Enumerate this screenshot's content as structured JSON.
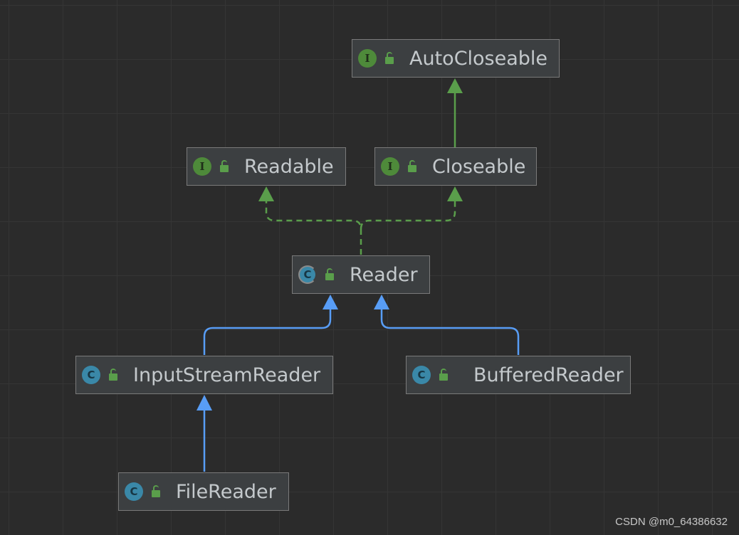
{
  "diagram": {
    "colors": {
      "background": "#2b2b2b",
      "grid": "#353535",
      "node_fill": "#3c3f41",
      "node_border": "#7a7a7a",
      "label": "#c4c9cc",
      "interface_badge": "#4e8a3a",
      "class_badge": "#3a88a8",
      "interface_edge": "#5a9e4b",
      "class_edge": "#589df6"
    },
    "nodes": [
      {
        "id": "autocloseable",
        "label": "AutoCloseable",
        "kind": "interface",
        "badge": "I",
        "icon": "interface-icon"
      },
      {
        "id": "readable",
        "label": "Readable",
        "kind": "interface",
        "badge": "I",
        "icon": "interface-icon"
      },
      {
        "id": "closeable",
        "label": "Closeable",
        "kind": "interface",
        "badge": "I",
        "icon": "interface-icon"
      },
      {
        "id": "reader",
        "label": "Reader",
        "kind": "abstract-class",
        "badge": "C",
        "icon": "abstract-class-icon"
      },
      {
        "id": "inputstreamreader",
        "label": "InputStreamReader",
        "kind": "class",
        "badge": "C",
        "icon": "class-icon"
      },
      {
        "id": "bufferedreader",
        "label": "BufferedReader",
        "kind": "class",
        "badge": "C",
        "icon": "class-icon"
      },
      {
        "id": "filereader",
        "label": "FileReader",
        "kind": "class",
        "badge": "C",
        "icon": "class-icon"
      }
    ],
    "edges": [
      {
        "from": "closeable",
        "to": "autocloseable",
        "relation": "extends",
        "style": "solid",
        "color": "#5a9e4b"
      },
      {
        "from": "reader",
        "to": "readable",
        "relation": "implements",
        "style": "dashed",
        "color": "#5a9e4b"
      },
      {
        "from": "reader",
        "to": "closeable",
        "relation": "implements",
        "style": "dashed",
        "color": "#5a9e4b"
      },
      {
        "from": "inputstreamreader",
        "to": "reader",
        "relation": "extends",
        "style": "solid",
        "color": "#589df6"
      },
      {
        "from": "bufferedreader",
        "to": "reader",
        "relation": "extends",
        "style": "solid",
        "color": "#589df6"
      },
      {
        "from": "filereader",
        "to": "inputstreamreader",
        "relation": "extends",
        "style": "solid",
        "color": "#589df6"
      }
    ]
  },
  "watermark": "CSDN @m0_64386632"
}
